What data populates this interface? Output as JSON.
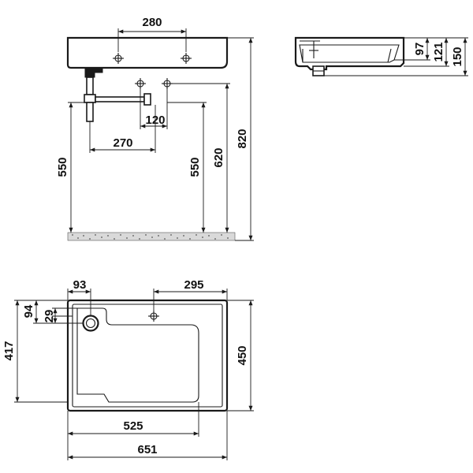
{
  "figure": {
    "units": "mm",
    "views": {
      "front": {
        "dim_280": "280",
        "dim_120": "120",
        "dim_270": "270",
        "dim_550_left": "550",
        "dim_550_right": "550",
        "dim_620": "620",
        "dim_820": "820"
      },
      "side": {
        "dim_97": "97",
        "dim_121": "121",
        "dim_150": "150"
      },
      "top": {
        "dim_93": "93",
        "dim_295": "295",
        "dim_94": "94",
        "dim_29": "29",
        "dim_417": "417",
        "dim_450": "450",
        "dim_525": "525",
        "dim_651": "651"
      }
    },
    "colors": {
      "line": "#1a1a1a",
      "background": "#ffffff"
    }
  }
}
